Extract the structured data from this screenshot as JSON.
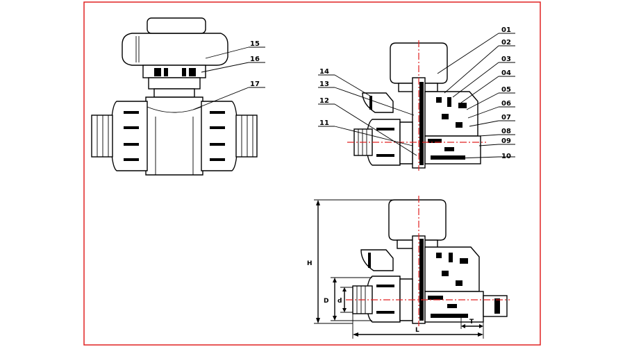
{
  "diagram": {
    "border_color": "#e02020",
    "centerline_color": "#e02020",
    "callouts_front": [
      "15",
      "16",
      "17"
    ],
    "callouts_section_left": [
      "14",
      "13",
      "12",
      "11"
    ],
    "callouts_section_right": [
      "01",
      "02",
      "03",
      "04",
      "05",
      "06",
      "07",
      "08",
      "09",
      "10"
    ],
    "dimensions": {
      "height": "H",
      "d_outer": "D",
      "d_inner": "d",
      "length": "L",
      "thread": "T"
    }
  }
}
